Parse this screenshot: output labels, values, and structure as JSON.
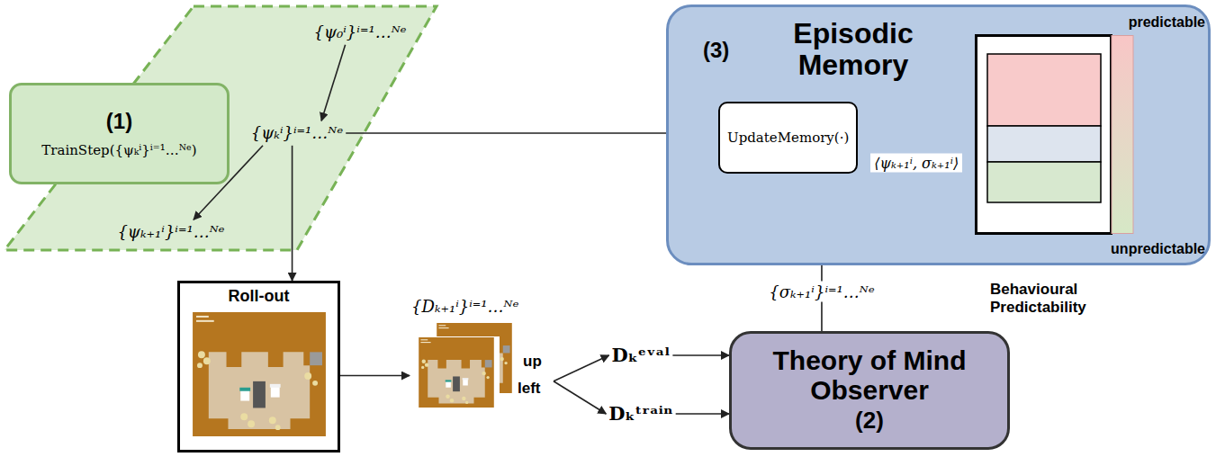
{
  "diagram": {
    "nodes": [
      {
        "text": [
          "(1)",
          "TrainStep({ψₖⁱ}ⁱ⁼¹…ᴺᵉ)"
        ]
      },
      {
        "text": [
          "{ψ₀ⁱ}ⁱ⁼¹…ᴺᵉ"
        ]
      },
      {
        "text": [
          "{ψₖⁱ}ⁱ⁼¹…ᴺᵉ"
        ]
      },
      {
        "text": [
          "{ψₖ₊₁ⁱ}ⁱ⁼¹…ᴺᵉ"
        ]
      },
      {
        "text": [
          "(3)",
          "Episodic Memory"
        ]
      },
      {
        "text": [
          "UpdateMemory(·)"
        ],
        "in": 4
      },
      {
        "text": [
          "predictable",
          "unpredictable"
        ],
        "in": 4
      },
      {
        "text": [
          "Roll-out"
        ]
      },
      {
        "text": [
          "{Dₖ₊₁ⁱ}ⁱ⁼¹…ᴺᵉ",
          "up",
          "left"
        ]
      },
      {
        "text": [
          "Dₖᵉᵛᵃˡ"
        ]
      },
      {
        "text": [
          "Dₖᵗʳᵃⁱⁿ"
        ]
      },
      {
        "text": [
          "Theory of Mind Observer",
          "(2)"
        ]
      }
    ],
    "edges": [
      {
        "from": 1,
        "to": 2,
        "arrow": "to"
      },
      {
        "from": 2,
        "to": 3,
        "arrow": "to"
      },
      {
        "from": 2,
        "to": 5,
        "arrow": "to"
      },
      {
        "from": 2,
        "to": 7,
        "arrow": "to"
      },
      {
        "from": 7,
        "to": 8,
        "arrow": "to"
      },
      {
        "from": 8,
        "to": 9,
        "arrow": "to"
      },
      {
        "from": 8,
        "to": 10,
        "arrow": "to"
      },
      {
        "from": 9,
        "to": 11,
        "arrow": "to"
      },
      {
        "from": 10,
        "to": 11,
        "arrow": "to"
      },
      {
        "from": 11,
        "to": 5,
        "label": "{σₖ₊₁ⁱ}ⁱ⁼¹…ᴺᵉ",
        "arrow": "to"
      },
      {
        "from": 5,
        "to": 6,
        "label": "⟨ψₖ₊₁ⁱ, σₖ₊₁ⁱ⟩",
        "arrow": "to"
      }
    ],
    "labels": [
      "Behavioural Predictability"
    ]
  }
}
